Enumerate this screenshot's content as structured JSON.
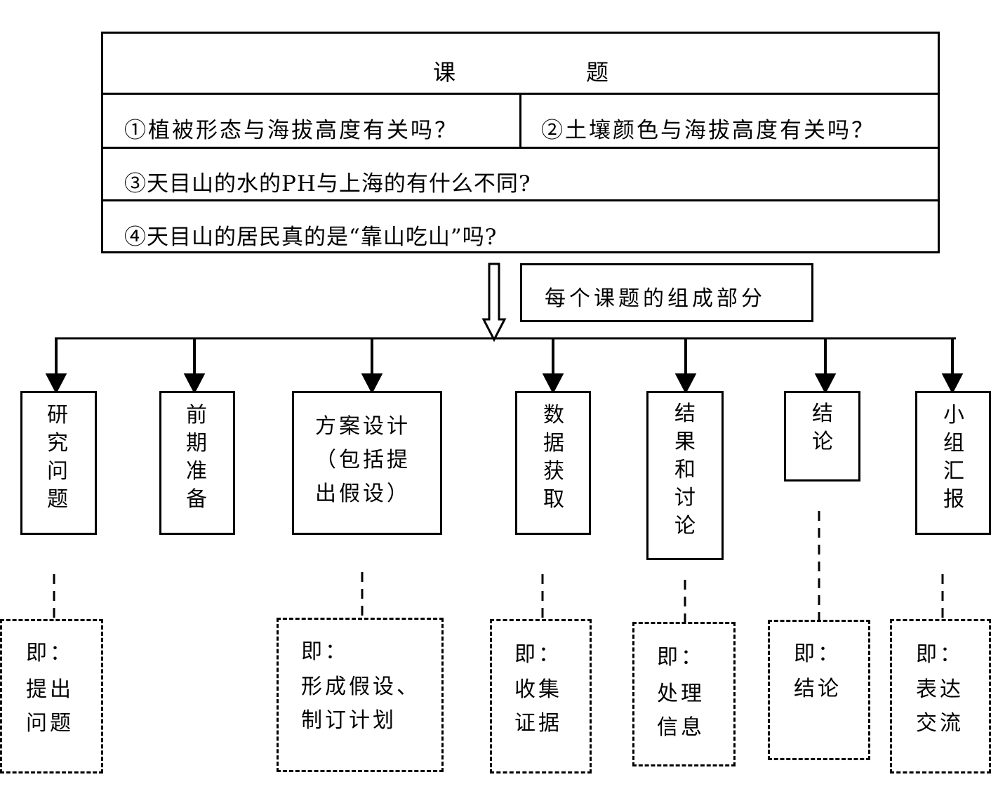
{
  "topics_table": {
    "title_left": "课",
    "title_right": "题",
    "topic1": "①植被形态与海拔高度有关吗？",
    "topic2": "②土壤颜色与海拔高度有关吗？",
    "topic3": "③天目山的水的PH与上海的有什么不同?",
    "topic4": "④天目山的居民真的是“靠山吃山”吗?"
  },
  "components_label": "每个课题的组成部分",
  "components": [
    {
      "label": "研究问题",
      "note_prefix": "即：",
      "note": "提出\n问题"
    },
    {
      "label": "前期准备"
    },
    {
      "label": "方案设计\n（包括提\n出假设）",
      "note_prefix": "即：",
      "note": "形成假设、\n制订计划"
    },
    {
      "label": "数据获取",
      "note_prefix": "即：",
      "note": "收集\n证据"
    },
    {
      "label": "结果和讨论",
      "note_prefix": "即：",
      "note": "处理\n信息"
    },
    {
      "label": "结论",
      "note_prefix": "即：",
      "note": "结论"
    },
    {
      "label": "小组汇报",
      "note_prefix": "即：",
      "note": "表达\n交流"
    }
  ]
}
